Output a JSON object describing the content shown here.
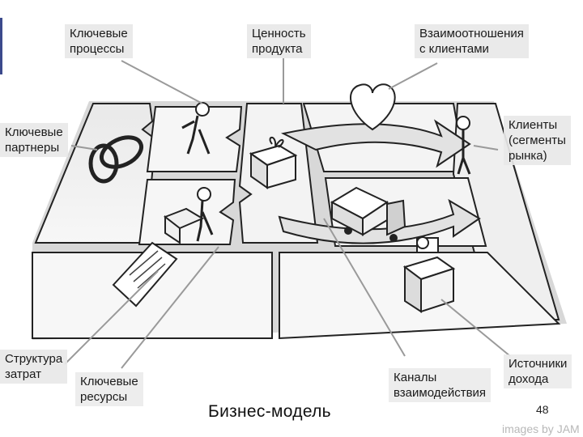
{
  "labels": {
    "key_processes": "Ключевые\nпроцессы",
    "product_value": "Ценность\nпродукта",
    "customer_relations": "Взаимоотношения\nс клиентами",
    "key_partners": "Ключевые\nпартнеры",
    "clients": "Клиенты\n(сегменты\nрынка)",
    "cost_structure": "Структура\nзатрат",
    "key_resources": "Ключевые\nресурсы",
    "channels": "Каналы\nвзаимодействия",
    "revenue_sources": "Источники\nдохода"
  },
  "title": "Бизнес-модель",
  "page_number": "48",
  "credit": "images by JAM",
  "colors": {
    "accent_bar": "#3c4a8c",
    "ink": "#222222",
    "paper": "#f4f4f4",
    "shade": "#c9c9c9"
  }
}
